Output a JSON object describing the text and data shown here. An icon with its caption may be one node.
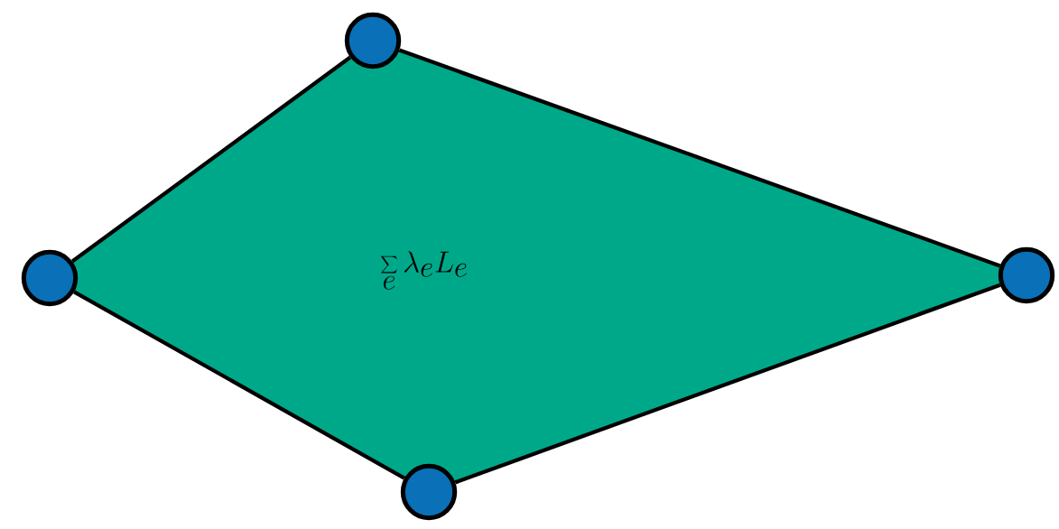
{
  "diagram": {
    "nodes": [
      {
        "text": [
          "\\sum_e \\lambda_e L_e"
        ]
      },
      {
        "text": [],
        "shape": "circle"
      },
      {
        "text": [],
        "shape": "circle"
      },
      {
        "text": [],
        "shape": "circle"
      },
      {
        "text": [],
        "shape": "circle"
      }
    ],
    "edges": [
      {
        "from": 1,
        "to": 2,
        "arrow": "none"
      },
      {
        "from": 2,
        "to": 4,
        "arrow": "none"
      },
      {
        "from": 4,
        "to": 3,
        "arrow": "none"
      },
      {
        "from": 3,
        "to": 1,
        "arrow": "none"
      }
    ]
  }
}
